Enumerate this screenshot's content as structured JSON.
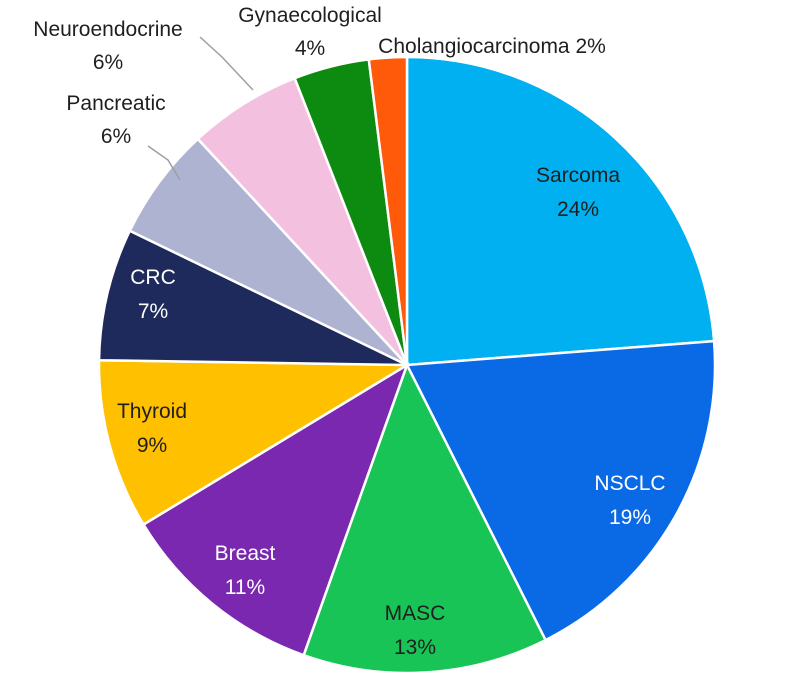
{
  "chart_data": {
    "type": "pie",
    "title": "",
    "start_angle_deg": 0,
    "direction": "clockwise",
    "slices": [
      {
        "label": "Sarcoma",
        "value": 24,
        "value_text": "24%",
        "color": "#00b0f0",
        "label_color": "#1f1f1f",
        "label_style": "inside"
      },
      {
        "label": "NSCLC",
        "value": 19,
        "value_text": "19%",
        "color": "#0a6ae6",
        "label_color": "#ffffff",
        "label_style": "inside"
      },
      {
        "label": "MASC",
        "value": 13,
        "value_text": "13%",
        "color": "#18c455",
        "label_color": "#1f1f1f",
        "label_style": "inside"
      },
      {
        "label": "Breast",
        "value": 11,
        "value_text": "11%",
        "color": "#7a28b0",
        "label_color": "#ffffff",
        "label_style": "inside"
      },
      {
        "label": "Thyroid",
        "value": 9,
        "value_text": "9%",
        "color": "#ffc000",
        "label_color": "#1f1f1f",
        "label_style": "inside"
      },
      {
        "label": "CRC",
        "value": 7,
        "value_text": "7%",
        "color": "#1f2a5c",
        "label_color": "#ffffff",
        "label_style": "inside"
      },
      {
        "label": "Pancreatic",
        "value": 6,
        "value_text": "6%",
        "color": "#adb3d1",
        "label_color": "#1f1f1f",
        "label_style": "outside-stacked"
      },
      {
        "label": "Neuroendocrine",
        "value": 6,
        "value_text": "6%",
        "color": "#f4c0e0",
        "label_color": "#1f1f1f",
        "label_style": "outside-stacked"
      },
      {
        "label": "Gynaecological",
        "value": 4,
        "value_text": "4%",
        "color": "#0d8a10",
        "label_color": "#1f1f1f",
        "label_style": "outside-stacked"
      },
      {
        "label": "Cholangiocarcinoma",
        "value": 2,
        "value_text": "2%",
        "color": "#ff5a0a",
        "label_color": "#1f1f1f",
        "label_style": "outside-inline"
      }
    ]
  }
}
